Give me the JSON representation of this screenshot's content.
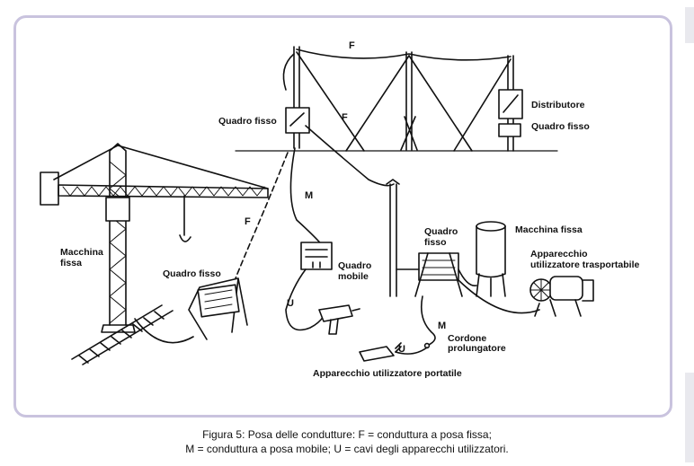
{
  "labels": {
    "f_top": "F",
    "f_mid": "F",
    "f_left": "F",
    "m_mid": "M",
    "m_bottom": "M",
    "u_left": "U",
    "u_bottom": "U",
    "quadro_fisso_top": "Quadro fisso",
    "distributore": "Distributore",
    "quadro_fisso_right": "Quadro fisso",
    "macchina_fissa_left_1": "Macchina",
    "macchina_fissa_left_2": "fissa",
    "quadro_fisso_left": "Quadro fisso",
    "quadro_mobile_1": "Quadro",
    "quadro_mobile_2": "mobile",
    "quadro_fisso_center_1": "Quadro",
    "quadro_fisso_center_2": "fisso",
    "macchina_fissa_right": "Macchina fissa",
    "apparecchio_trasp_1": "Apparecchio",
    "apparecchio_trasp_2": "utilizzatore trasportabile",
    "cordone_1": "Cordone",
    "cordone_2": "prolungatore",
    "apparecchio_portatile": "Apparecchio utilizzatore portatile"
  },
  "caption": {
    "line1": "Figura 5: Posa delle condutture: F = conduttura a posa fissa;",
    "line2": "M = conduttura a posa mobile; U = cavi degli apparecchi utilizzatori."
  },
  "colors": {
    "frame_border": "#c9c3de",
    "ink": "#111111"
  }
}
